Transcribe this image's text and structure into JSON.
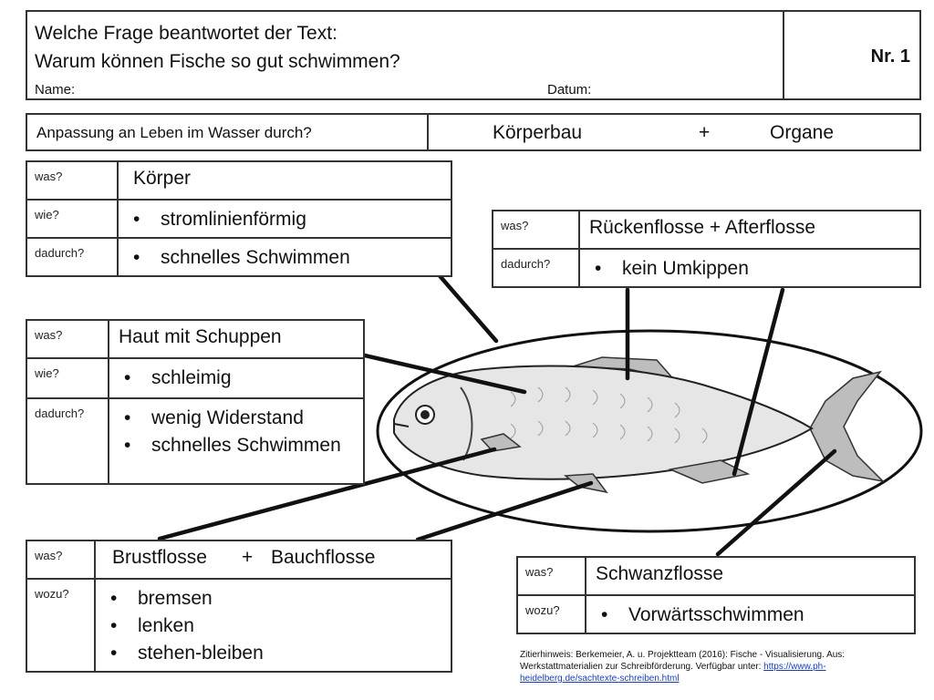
{
  "header": {
    "line1": "Welche Frage beantwortet der Text:",
    "line2": "Warum können Fische so gut schwimmen?",
    "name_label": "Name:",
    "date_label": "Datum:",
    "number": "Nr. 1"
  },
  "question": {
    "prompt": "Anpassung an Leben im Wasser durch?",
    "answer_a": "Körperbau",
    "plus": "+",
    "answer_b": "Organe"
  },
  "body_box": {
    "was_label": "was?",
    "was_value": "Körper",
    "wie_label": "wie?",
    "wie_value": "stromlinienförmig",
    "dadurch_label": "dadurch?",
    "dadurch_value": "schnelles Schwimmen"
  },
  "dorsal_box": {
    "was_label": "was?",
    "was_value": "Rückenflosse  + Afterflosse",
    "dadurch_label": "dadurch?",
    "dadurch_value": "kein Umkippen"
  },
  "skin_box": {
    "was_label": "was?",
    "was_value": "Haut mit Schuppen",
    "wie_label": "wie?",
    "wie_value": "schleimig",
    "dadurch_label": "dadurch?",
    "dadurch_values": [
      "wenig Widerstand",
      "schnelles Schwimmen"
    ]
  },
  "pectoral_box": {
    "was_label": "was?",
    "was_a": "Brustflosse",
    "plus": "+",
    "was_b": "Bauchflosse",
    "wozu_label": "wozu?",
    "wozu_values": [
      "bremsen",
      "lenken",
      "stehen-bleiben"
    ]
  },
  "tail_box": {
    "was_label": "was?",
    "was_value": "Schwanzflosse",
    "wozu_label": "wozu?",
    "wozu_value": "Vorwärtsschwimmen"
  },
  "credit": {
    "text": "Zitierhinweis: Berkemeier, A. u. Projektteam (2016): Fische - Visualisierung. Aus: Werkstattmaterialien zur Schreibförderung. Verfügbar unter:",
    "link": "https://www.ph-heidelberg.de/sachtexte-schreiben.html"
  },
  "colors": {
    "border": "#333333",
    "fish_body": "#e6e6e6",
    "link": "#1a3fb5"
  }
}
